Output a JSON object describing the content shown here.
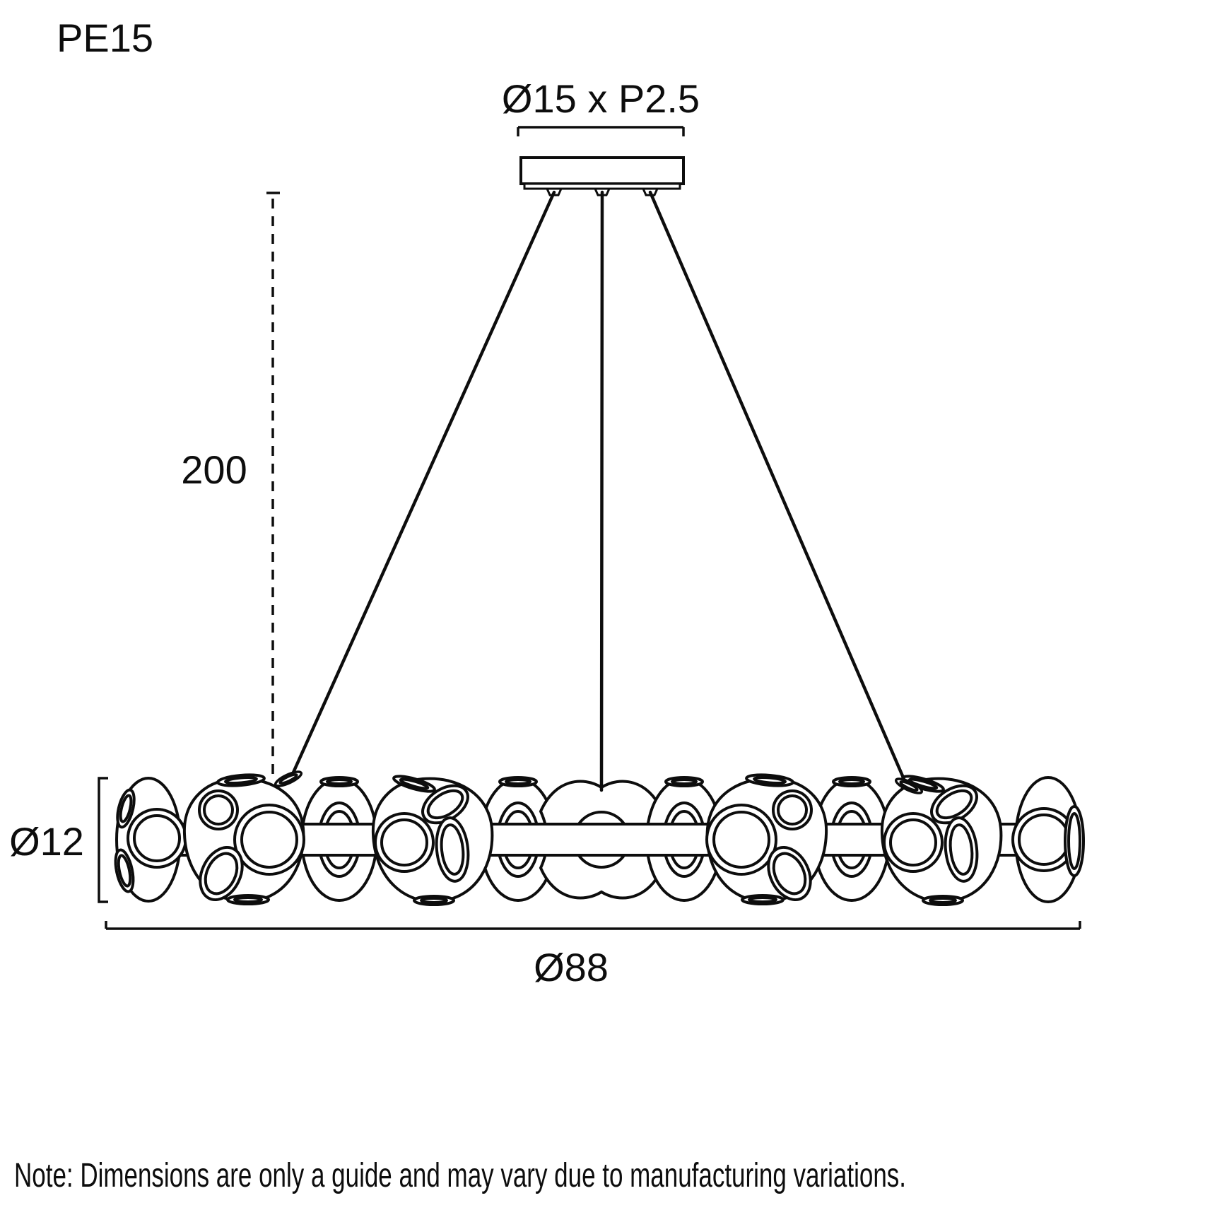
{
  "title": "PE15",
  "dimensions": {
    "canopy": "Ø15 x P2.5",
    "drop": "200",
    "sphere_diameter": "Ø12",
    "overall_diameter": "Ø88"
  },
  "note": "Note: Dimensions are only a guide and may vary due to manufacturing variations.",
  "colors": {
    "line": "#0d0d0d",
    "background": "#ffffff"
  }
}
